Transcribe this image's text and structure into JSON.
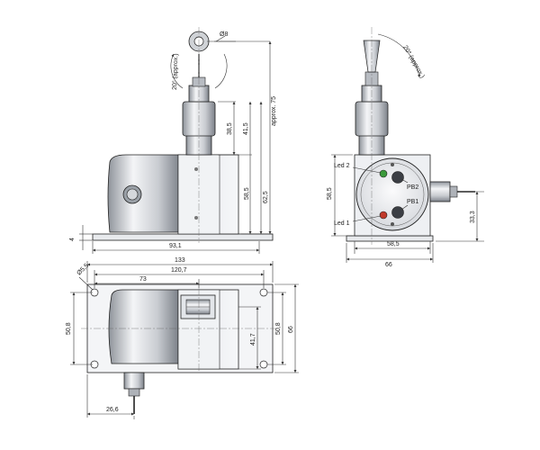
{
  "side_view": {
    "dims": {
      "eye_dia": "Ø8",
      "angle": "20° (approx.)",
      "approx": "approx. 75",
      "d38_5": "38,5",
      "d41_5": "41,5",
      "d58_5": "58,5",
      "d62_5": "62,5",
      "d4": "4",
      "d93_1": "93,1"
    }
  },
  "front_view": {
    "dims": {
      "angle": "20° (approx.)",
      "d58_5_h": "58,5",
      "d58_5_w": "58,5",
      "d66": "66",
      "d33_3": "33,3"
    },
    "labels": {
      "led2": "Led 2",
      "led1": "Led 1",
      "pb2": "PB2",
      "pb1": "PB1"
    }
  },
  "top_view": {
    "dims": {
      "d133": "133",
      "d120_7": "120,7",
      "d73": "73",
      "d5_5": "Ø5,5",
      "d50_8_left": "50,8",
      "d41_7": "41,7",
      "d50_8_right": "50,8",
      "d66": "66",
      "d26_6": "26,6"
    }
  },
  "colors": {
    "led_green": "#3b9a3b",
    "led_red": "#c0392b",
    "housing_light": "#eef0f3",
    "housing_mid": "#c9ccd1",
    "housing_dark": "#8f949b"
  }
}
